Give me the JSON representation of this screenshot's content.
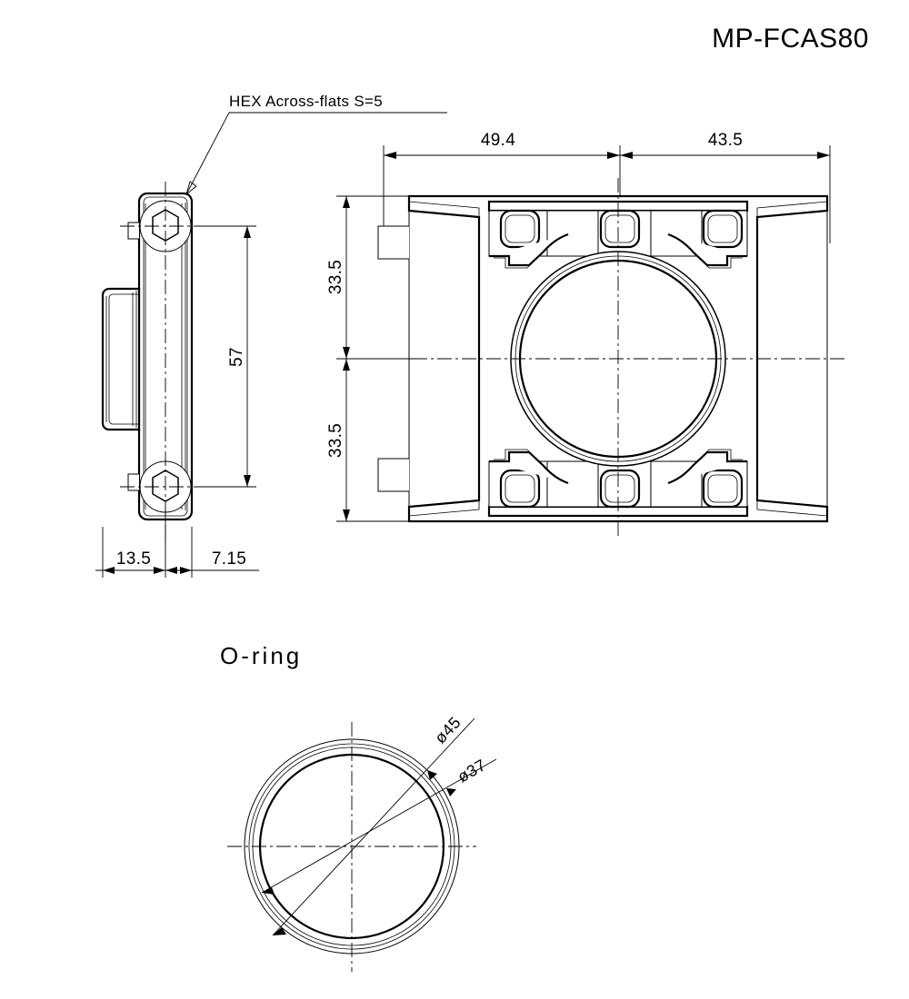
{
  "sheet": {
    "title": "MP-FCAS80",
    "background_color": "#ffffff",
    "line_color": "#000000"
  },
  "annotations": {
    "hex_note": "HEX Across-flats S=5",
    "oring_label": "O-ring"
  },
  "side_view": {
    "name": "side-view",
    "dimensions": {
      "height_overall": "57",
      "width_left": "13.5",
      "width_right": "7.15"
    }
  },
  "front_view": {
    "name": "front-view",
    "dimensions": {
      "width_left": "49.4",
      "width_right": "43.5",
      "height_upper": "33.5",
      "height_lower": "33.5"
    }
  },
  "oring_view": {
    "name": "oring-view",
    "dimensions": {
      "outer_diameter": "ø45",
      "inner_diameter": "ø37"
    }
  }
}
